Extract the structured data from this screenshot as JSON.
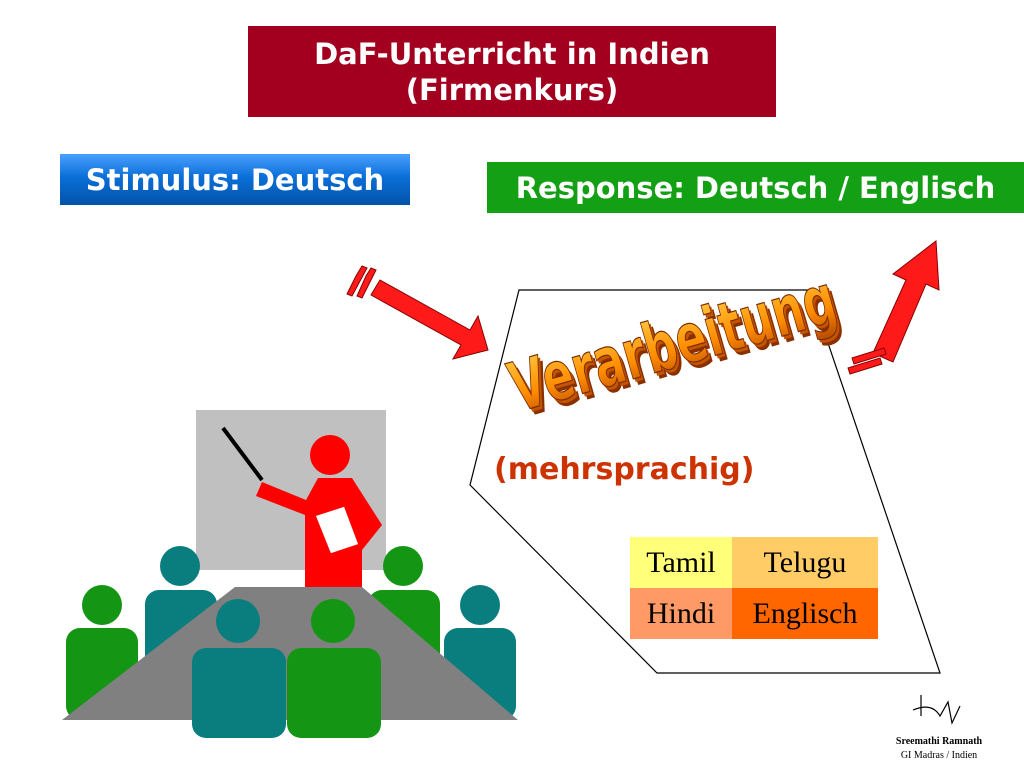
{
  "title": {
    "line1": "DaF-Unterricht in Indien",
    "line2": "(Firmenkurs)"
  },
  "stimulus": {
    "label": "Stimulus: Deutsch"
  },
  "response": {
    "label": "Response: Deutsch / Englisch"
  },
  "process": {
    "label": "Verarbeitung",
    "sublabel": "(mehrsprachig)"
  },
  "languages": {
    "row1": [
      "Tamil",
      "Telugu"
    ],
    "row2": [
      "Hindi",
      "Englisch"
    ],
    "colors": {
      "tamil": "#ffff7a",
      "telugu": "#ffcc66",
      "hindi": "#ff9966",
      "englisch": "#ff6600"
    }
  },
  "footer": {
    "name": "Sreemathi Ramnath",
    "place": "GI Madras / Indien"
  },
  "colors": {
    "title_bg": "#a3001f",
    "stimulus_bg": "#0a6fd8",
    "response_bg": "#14a014",
    "arrow": "#ff1a1a",
    "verarbeitung": "#ff8c00"
  },
  "icons": [
    "teacher-icon",
    "audience-icon",
    "arrow-right-icon",
    "arrow-up-icon",
    "signature-icon"
  ]
}
